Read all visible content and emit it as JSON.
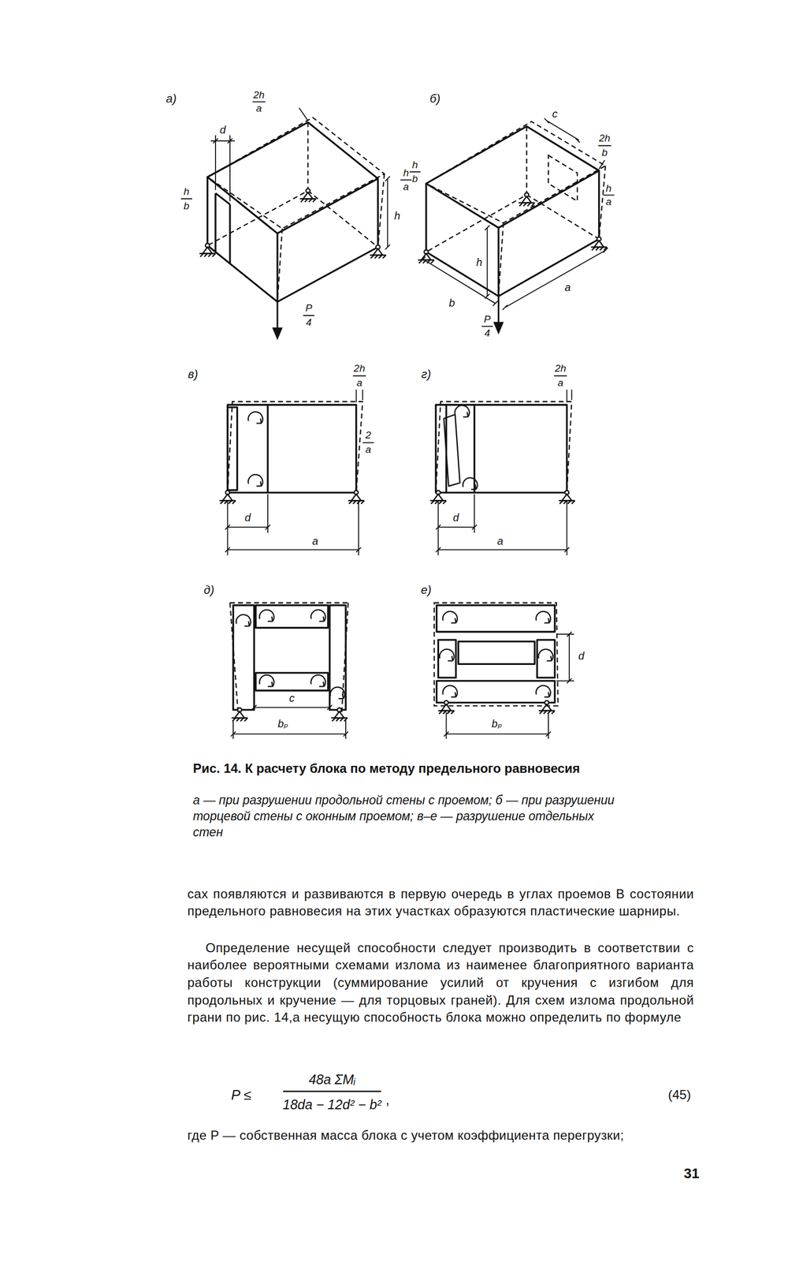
{
  "diagram": {
    "caption": "Рис. 14. К расчету блока по методу предельного равновесия",
    "labels": [
      "а)",
      "2h",
      "a",
      "d",
      "h",
      "b",
      "h",
      "a",
      "h",
      "P",
      "4",
      "б)",
      "c",
      "2h",
      "b",
      "h",
      "b",
      "h",
      "a",
      "h",
      "b",
      "a",
      "P",
      "4",
      "в)",
      "2h",
      "a",
      "2",
      "a",
      "d",
      "a",
      "г)",
      "2h",
      "a",
      "d",
      "a",
      "д)",
      "c",
      "bₚ",
      "е)",
      "d",
      "bₚ",
      "а — при разрушении продольной стены с проемом; б — при разрушении торцевой стены с оконным проемом; в–е — разрушение отдельных стен",
      "сах появляются и развиваются в первую очередь в углах проемов В состоянии предельного равновесия на этих участках образуются пластические шарниры.",
      "Определение несущей способности следует производить в соответствии с наиболее вероятными схемами излома из наименее благоприятного варианта работы конструкции (суммирование усилий от кручения с изгибом для продольных и кручение — для торцовых граней). Для схем излома продольной грани по рис. 14,а несущую способность блока можно определить по формуле",
      "P ≤",
      "48a ΣMᵢ",
      "18da − 12d² − b²",
      ",",
      "(45)",
      "где P — собственная масса блока с учетом коэффициента перегрузки;",
      "31"
    ]
  }
}
